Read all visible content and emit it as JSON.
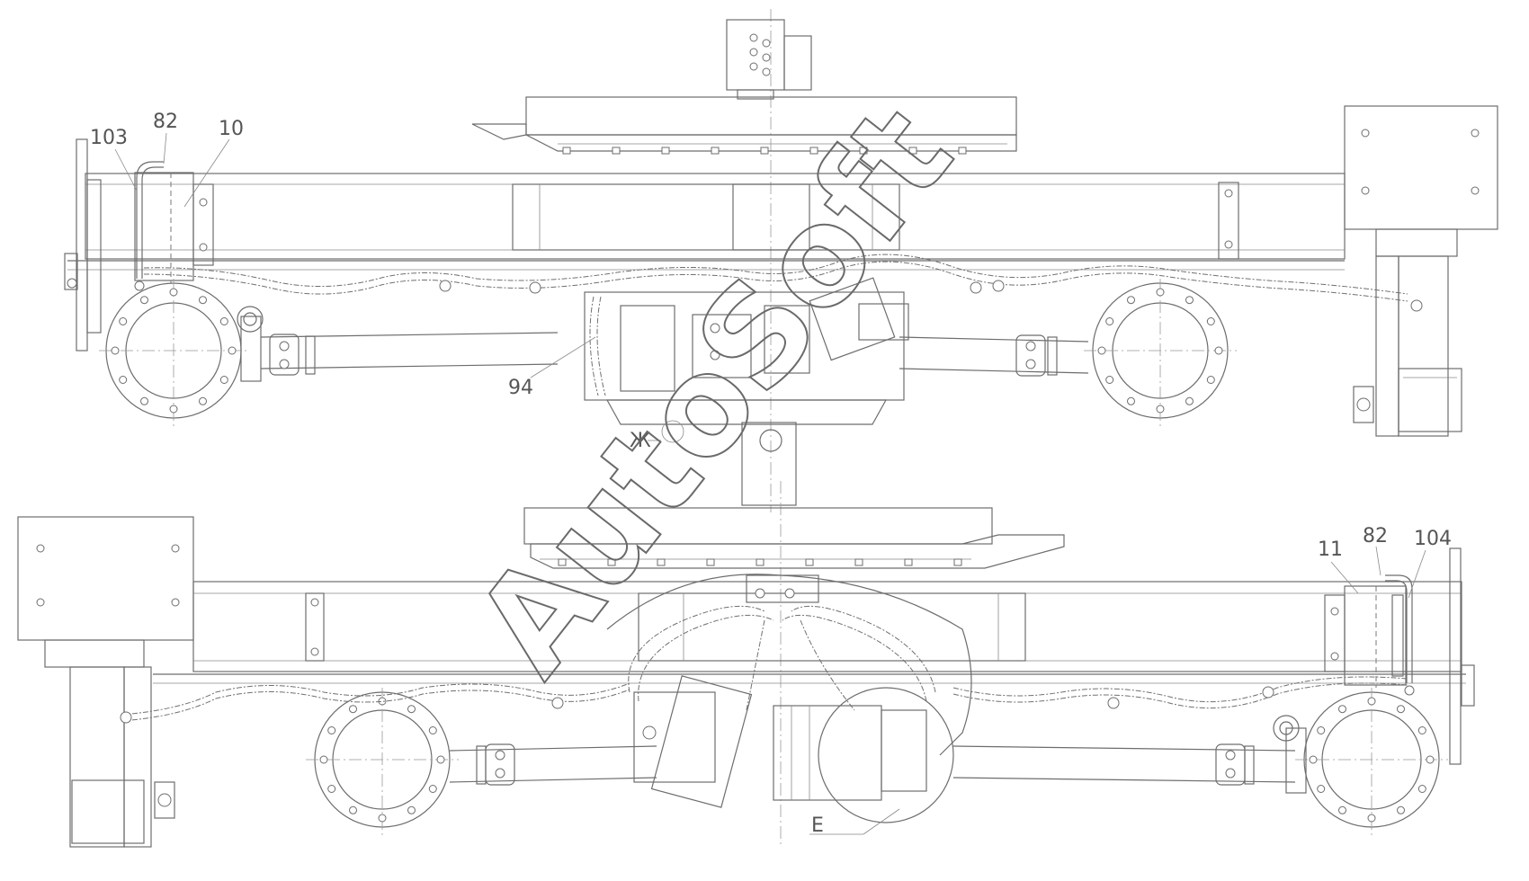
{
  "labels": {
    "top_103": "103",
    "top_82": "82",
    "top_10": "10",
    "top_94": "94",
    "view_zh": "Ж",
    "bottom_11": "11",
    "bottom_82": "82",
    "bottom_104": "104",
    "view_e": "Е"
  },
  "watermark": "AutoSoft",
  "colors": {
    "line": "#6d6d6d",
    "background": "#ffffff"
  }
}
